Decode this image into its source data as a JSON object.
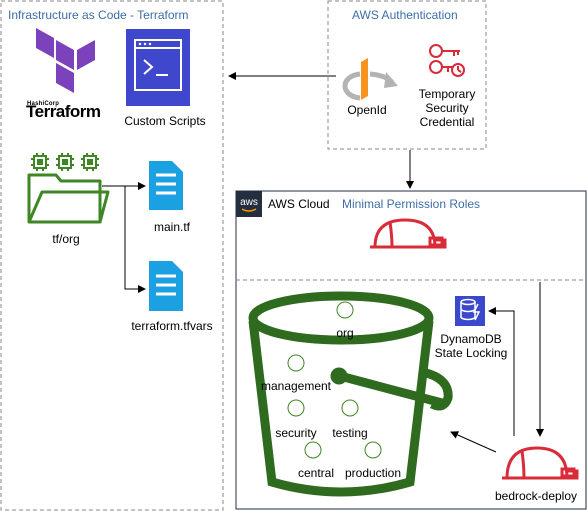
{
  "groups": {
    "iac": "Infrastructure as Code - Terraform",
    "auth": "AWS Authentication",
    "cloud": "AWS Cloud",
    "roles": "Minimal Permission Roles"
  },
  "terraform": {
    "brand_small": "HashiCorp",
    "brand": "Terraform"
  },
  "nodes": {
    "custom_scripts": "Custom Scripts",
    "openid": "OpenId",
    "temp_cred_line1": "Temporary",
    "temp_cred_line2": "Security",
    "temp_cred_line3": "Credential",
    "tf_org": "tf/org",
    "main_tf": "main.tf",
    "tfvars": "terraform.tfvars",
    "dynamodb_line1": "DynamoDB",
    "dynamodb_line2": "State Locking",
    "bedrock_deploy": "bedrock-deploy"
  },
  "bucket_items": {
    "org": "org",
    "management": "management",
    "security": "security",
    "testing": "testing",
    "central": "central",
    "production": "production"
  },
  "colors": {
    "terraform_purple": "#7b42bc",
    "script_blue": "#3f48cc",
    "openid_orange": "#f7931e",
    "red_icon": "#d92b38",
    "green_chip": "#3f8624",
    "file_blue": "#1ba1e2",
    "dynamo_purple": "#3b48cc",
    "group_blue": "#3d6ea6"
  },
  "aws_badge": "aws"
}
